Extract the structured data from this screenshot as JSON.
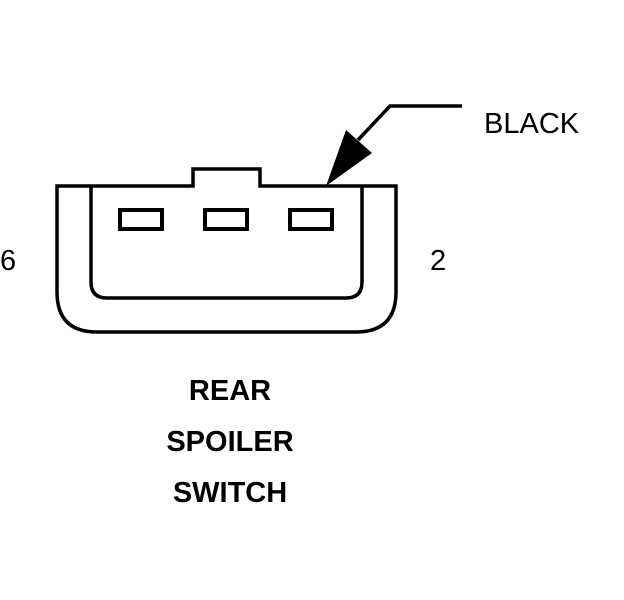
{
  "connector": {
    "wire_color_label": "BLACK",
    "pin_left": "6",
    "pin_right": "2",
    "title_lines": [
      "REAR",
      "SPOILER",
      "SWITCH"
    ]
  }
}
